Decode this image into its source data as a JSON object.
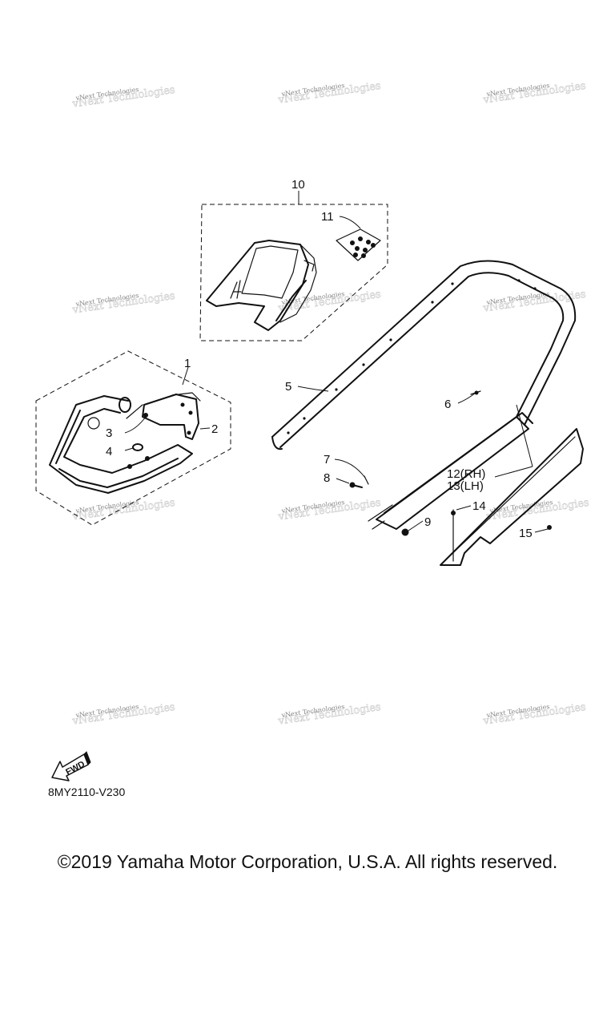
{
  "watermark": {
    "text": "vNext Technologies"
  },
  "callouts": {
    "c1": "1",
    "c2": "2",
    "c3": "3",
    "c4": "4",
    "c5": "5",
    "c6": "6",
    "c7": "7",
    "c8": "8",
    "c9": "9",
    "c10": "10",
    "c11": "11",
    "c12": "12(RH)",
    "c13": "13(LH)",
    "c14": "14",
    "c15": "15"
  },
  "fwd_label": "FWD",
  "diagram_code": "8MY2110-V230",
  "copyright": "©2019 Yamaha Motor Corporation, U.S.A. All rights reserved."
}
